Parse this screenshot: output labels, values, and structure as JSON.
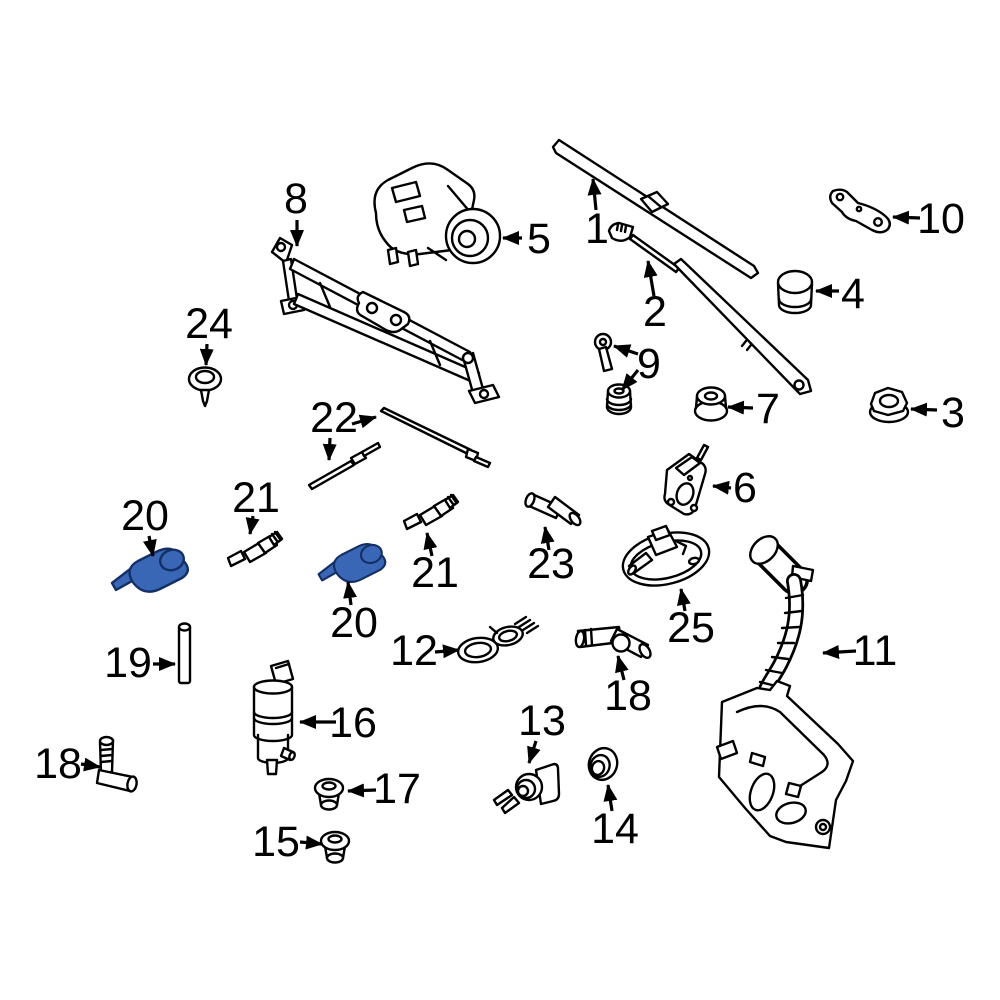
{
  "diagram": {
    "colors": {
      "background": "#ffffff",
      "line": "#000000",
      "highlight": "#3a67b5",
      "highlight_outline": "#132f66"
    },
    "callouts": [
      {
        "label": "1"
      },
      {
        "label": "2"
      },
      {
        "label": "3"
      },
      {
        "label": "4"
      },
      {
        "label": "5"
      },
      {
        "label": "6"
      },
      {
        "label": "7"
      },
      {
        "label": "8"
      },
      {
        "label": "9"
      },
      {
        "label": "10"
      },
      {
        "label": "11"
      },
      {
        "label": "12"
      },
      {
        "label": "13"
      },
      {
        "label": "14"
      },
      {
        "label": "15"
      },
      {
        "label": "16"
      },
      {
        "label": "17"
      },
      {
        "label": "18"
      },
      {
        "label": "18"
      },
      {
        "label": "19"
      },
      {
        "label": "20"
      },
      {
        "label": "20"
      },
      {
        "label": "21"
      },
      {
        "label": "21"
      },
      {
        "label": "22"
      },
      {
        "label": "23"
      },
      {
        "label": "24"
      },
      {
        "label": "25"
      }
    ]
  }
}
